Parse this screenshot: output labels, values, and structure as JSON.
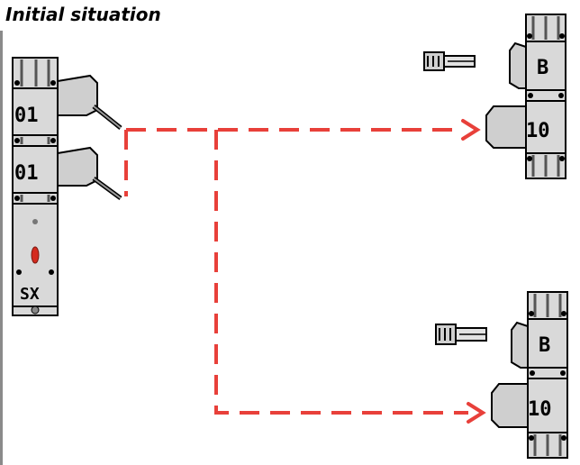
{
  "title": "Initial situation",
  "manifold": {
    "station_1_label": "01",
    "station_2_label": "01",
    "module_label": "SX"
  },
  "valve_top": {
    "upper_label": "B",
    "lower_label": "10"
  },
  "valve_bottom": {
    "upper_label": "B",
    "lower_label": "10"
  },
  "colors": {
    "dashed_line": "#e8403a",
    "led": "#d42a1e",
    "body_gray": "#d9d9d9",
    "outline": "#000000"
  }
}
